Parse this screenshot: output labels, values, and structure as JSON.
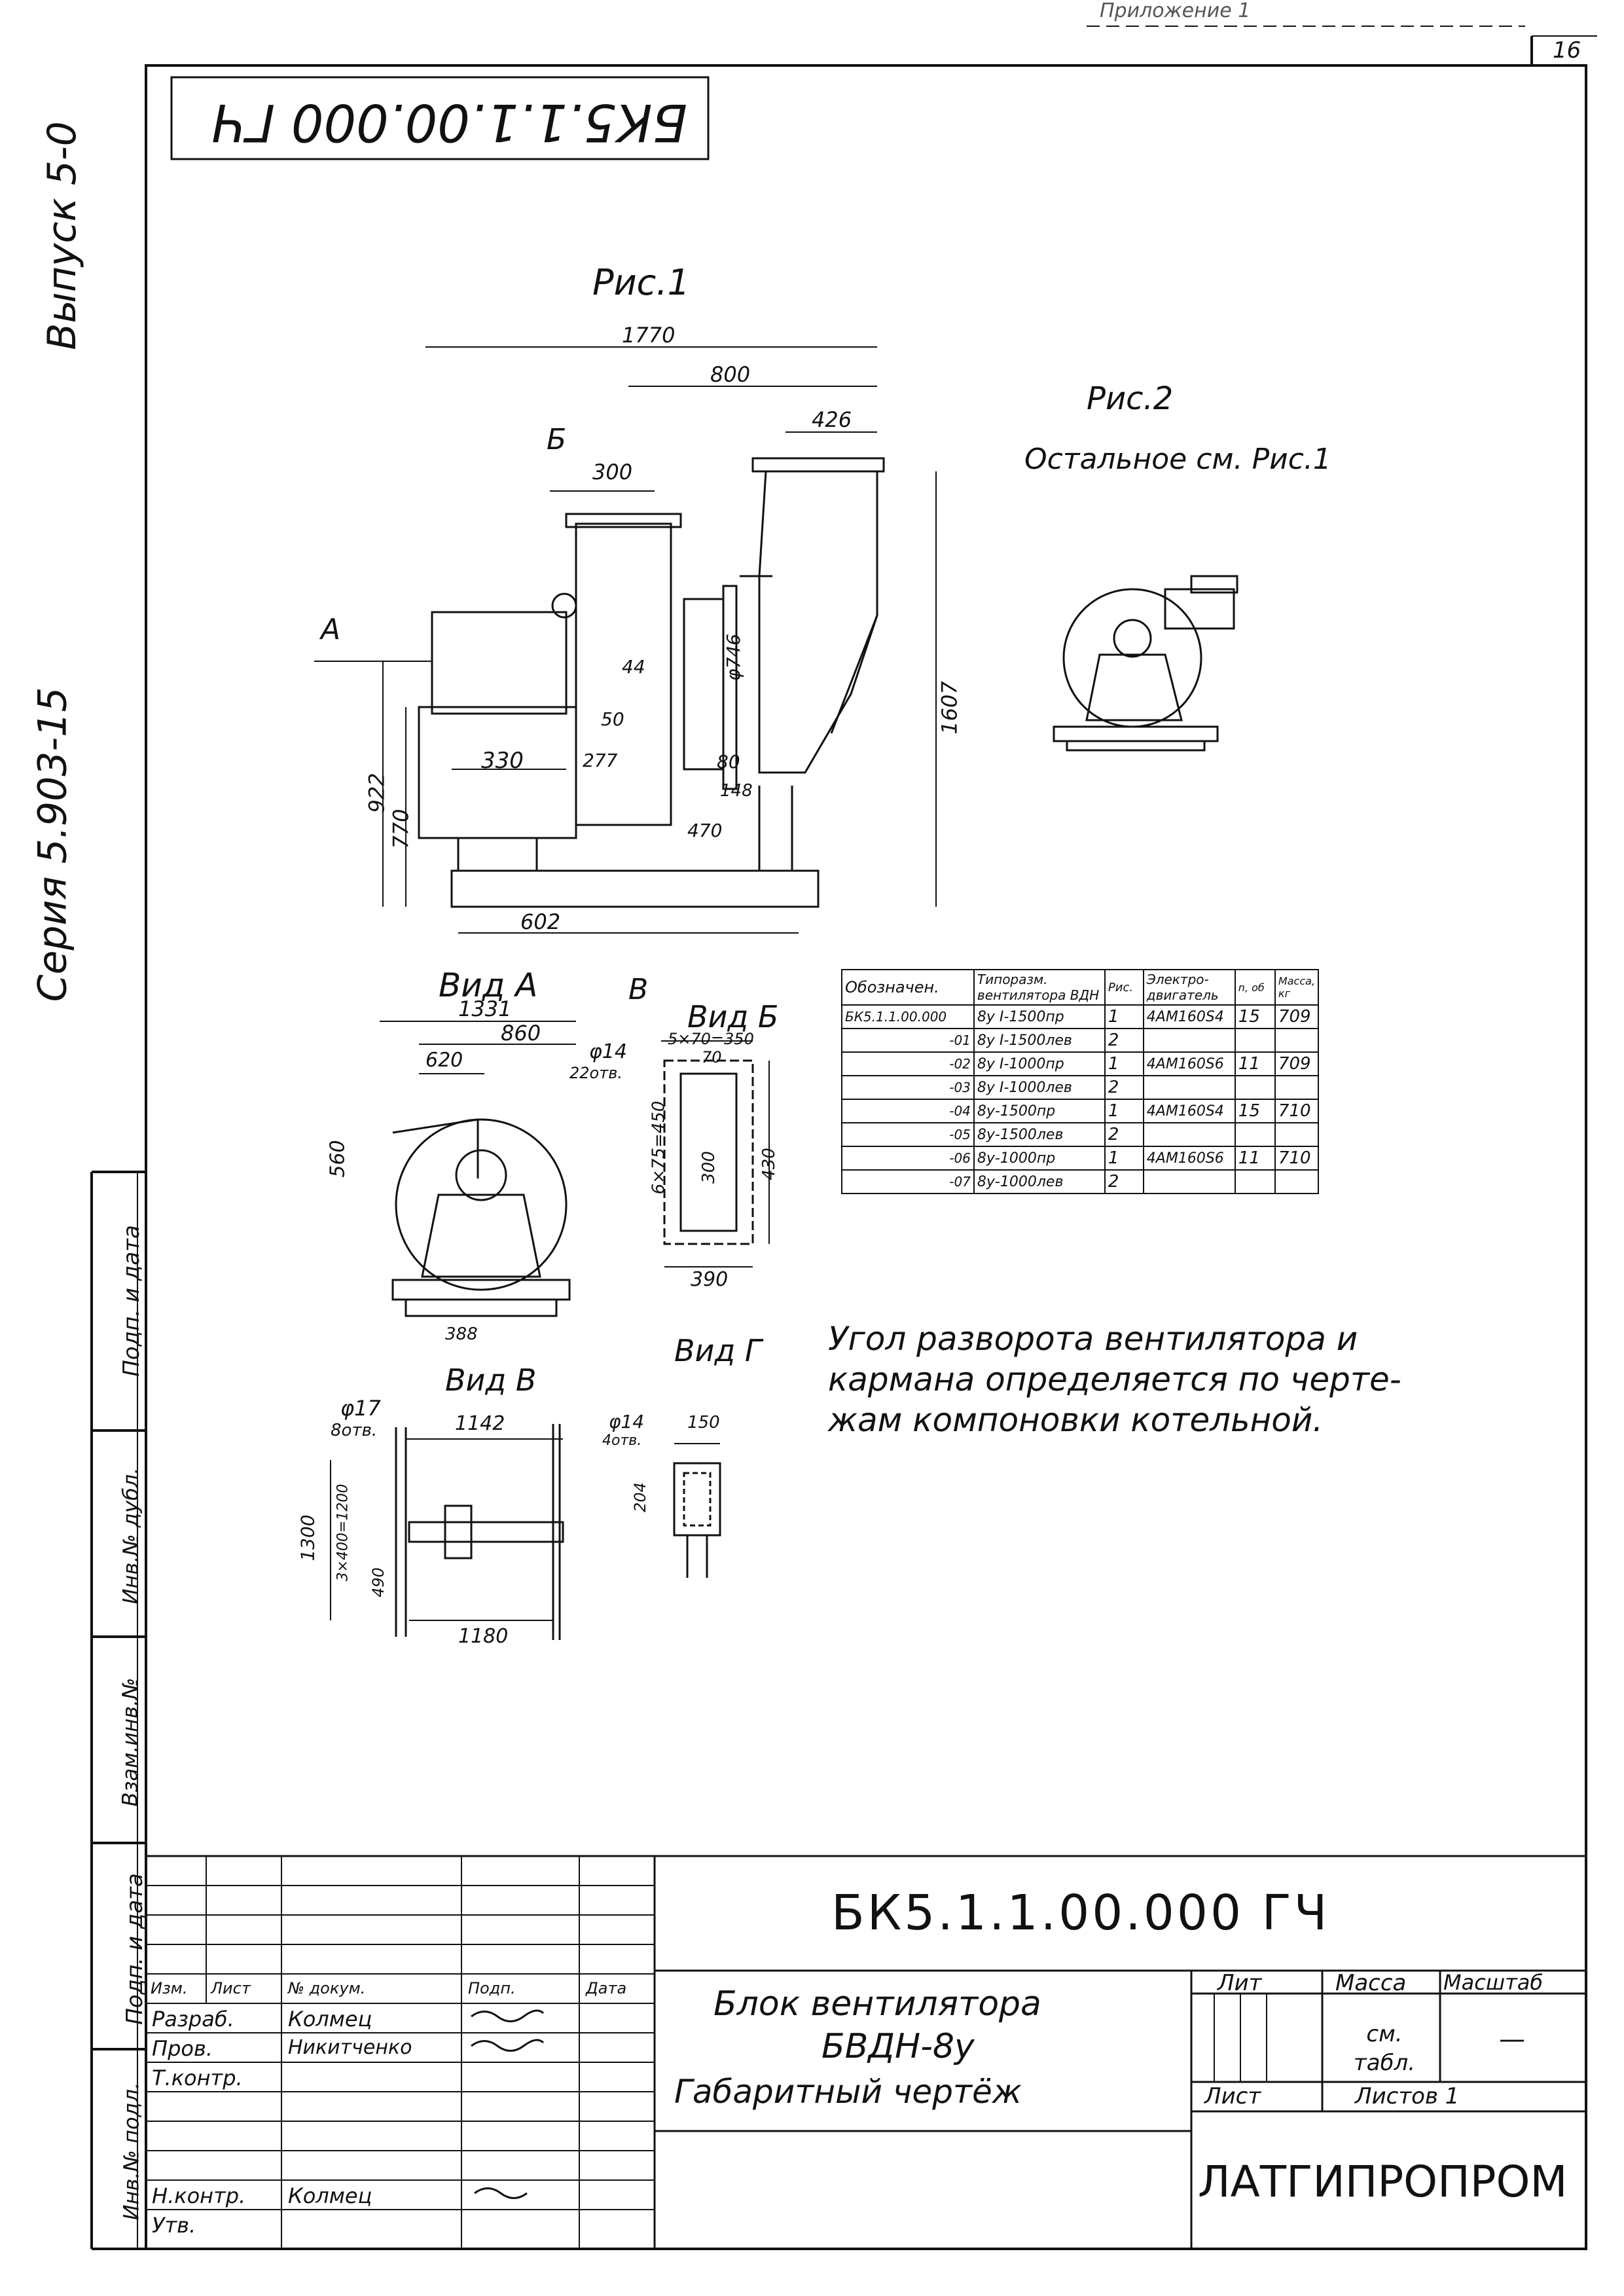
{
  "page_number": "16",
  "top_header_fragment": "Приложение 1",
  "stamp_code_rotated": "БК5.1.1.00.000 ГЧ",
  "left_margin": {
    "issue": "Выпуск 5-0",
    "series": "Серия 5.903-15"
  },
  "left_stamp_fields": [
    "Подп. и дата",
    "Инв.№ дубл.",
    "Взам.инв.№",
    "Подп. и дата",
    "Инв.№ подл."
  ],
  "figures": {
    "fig1_title": "Рис.1",
    "fig2_title": "Рис.2",
    "fig2_note": "Остальное см. Рис.1",
    "view_a_label": "Вид А",
    "view_b_label": "Вид Б",
    "view_v_label": "Вид В",
    "view_g_label": "Вид Г",
    "arrow_a": "А",
    "arrow_b": "Б",
    "arrow_v": "В"
  },
  "dimensions": {
    "d1770": "1770",
    "d800": "800",
    "d426": "426",
    "d300": "300",
    "d746": "φ746",
    "d44": "44",
    "d50": "50",
    "d277": "277",
    "d330": "330",
    "d80": "80",
    "d148": "148",
    "d470": "470",
    "d1607": "1607",
    "d922": "922",
    "d770": "770",
    "d602": "602",
    "d1331": "1331",
    "d860": "860",
    "d620": "620",
    "d560": "560",
    "d14_22": "φ14",
    "d14_22b": "22отв.",
    "d5x70": "5×70=350",
    "d70": "70",
    "d6x75": "6×75=450",
    "d300b": "300",
    "d430": "430",
    "d390": "390",
    "d388": "388",
    "d17": "φ17",
    "d17b": "8отв.",
    "d1142": "1142",
    "d1300": "1300",
    "d3x400": "3×400=1200",
    "d490": "490",
    "d1180": "1180",
    "d14g": "φ14",
    "d14gb": "4отв.",
    "d150": "150",
    "d204": "204"
  },
  "spec_table": {
    "headers": [
      "Обозначен.",
      "Типоразм. вентилятора ВДН",
      "Рис.",
      "Электро-двигатель",
      "n, об",
      "Масса, кг"
    ],
    "rows": [
      {
        "designation": "БК5.1.1.00.000",
        "type": "8у I-1500пр",
        "fig": "1",
        "motor": "4АМ160S4",
        "n": "15",
        "mass": "709"
      },
      {
        "designation": "-01",
        "type": "8у I-1500лев",
        "fig": "2",
        "motor": "",
        "n": "",
        "mass": ""
      },
      {
        "designation": "-02",
        "type": "8у I-1000пр",
        "fig": "1",
        "motor": "4АМ160S6",
        "n": "11",
        "mass": "709"
      },
      {
        "designation": "-03",
        "type": "8у I-1000лев",
        "fig": "2",
        "motor": "",
        "n": "",
        "mass": ""
      },
      {
        "designation": "-04",
        "type": "8у-1500пр",
        "fig": "1",
        "motor": "4АМ160S4",
        "n": "15",
        "mass": "710"
      },
      {
        "designation": "-05",
        "type": "8у-1500лев",
        "fig": "2",
        "motor": "",
        "n": "",
        "mass": ""
      },
      {
        "designation": "-06",
        "type": "8у-1000пр",
        "fig": "1",
        "motor": "4АМ160S6",
        "n": "11",
        "mass": "710"
      },
      {
        "designation": "-07",
        "type": "8у-1000лев",
        "fig": "2",
        "motor": "",
        "n": "",
        "mass": ""
      }
    ]
  },
  "note": {
    "line1": "Угол разворота вентилятора и",
    "line2": "кармана определяется по черте-",
    "line3": "жам компоновки котельной."
  },
  "title_block": {
    "doc_code": "БК5.1.1.00.000 ГЧ",
    "name_line1": "Блок вентилятора",
    "name_line2": "БВДН-8у",
    "name_line3": "Габаритный чертёж",
    "lit_label": "Лит",
    "mass_label": "Масса",
    "scale_label": "Масштаб",
    "mass_value": "см. табл.",
    "scale_value": "—",
    "sheet_label": "Лист",
    "sheets_label": "Листов 1",
    "organization": "ЛАТГИПРОПРОМ",
    "col_headers": [
      "Изм.",
      "Лист",
      "№ докум.",
      "Подп.",
      "Дата"
    ],
    "roles": [
      {
        "role": "Разраб.",
        "name": "Колмец"
      },
      {
        "role": "Пров.",
        "name": "Никитченко"
      },
      {
        "role": "Т.контр.",
        "name": ""
      },
      {
        "role": "",
        "name": ""
      },
      {
        "role": "Н.контр.",
        "name": "Колмец"
      },
      {
        "role": "Утв.",
        "name": ""
      }
    ]
  }
}
